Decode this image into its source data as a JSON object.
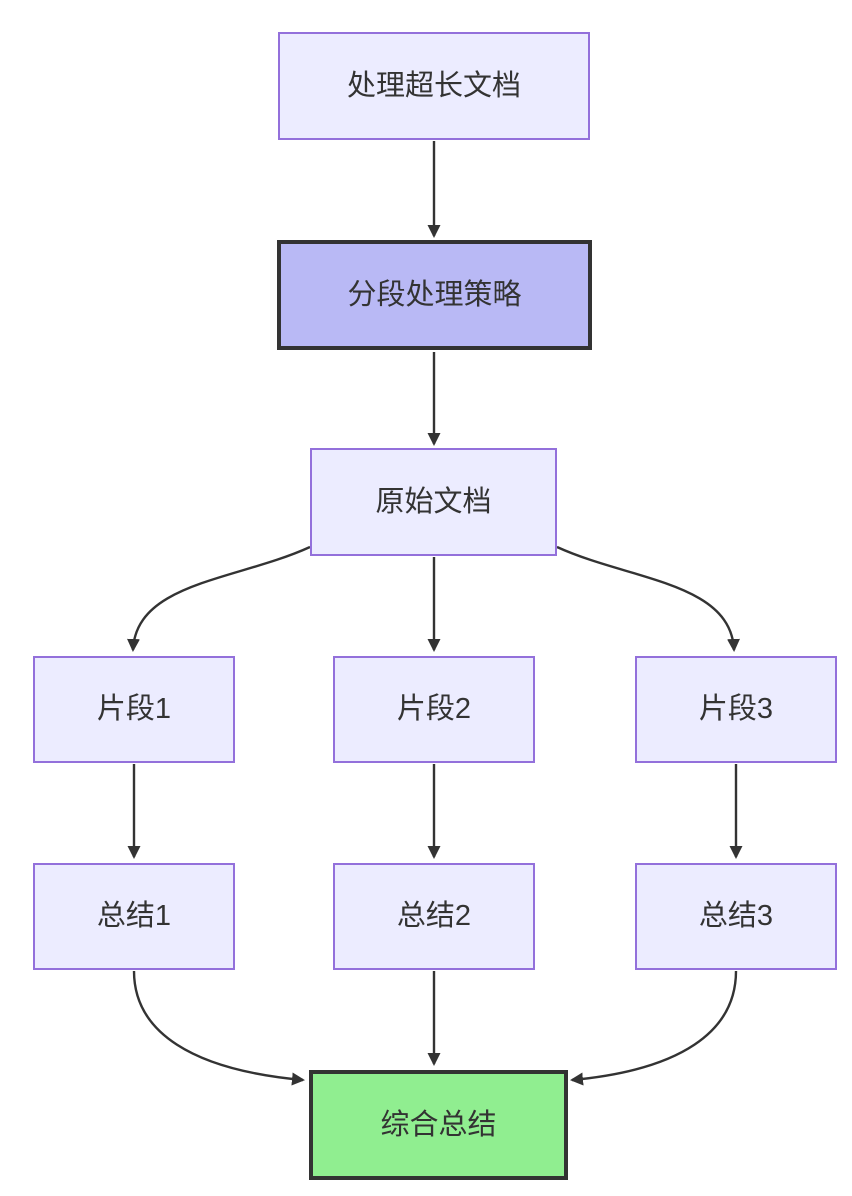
{
  "diagram": {
    "type": "flowchart",
    "direction": "top-down",
    "background": "#FFFFFF",
    "colors": {
      "node_fill": "#ECECFF",
      "node_border": "#9370DB",
      "strategy_fill": "#B9B9F5",
      "strategy_border": "#333333",
      "result_fill": "#90EE90",
      "result_border": "#333333",
      "edge": "#333333",
      "text": "#333333",
      "background": "#FFFFFF"
    },
    "nodes": [
      {
        "id": "start",
        "label": "处理超长文档",
        "style": "default"
      },
      {
        "id": "strategy",
        "label": "分段处理策略",
        "style": "purple-highlight"
      },
      {
        "id": "doc",
        "label": "原始文档",
        "style": "default"
      },
      {
        "id": "chunk1",
        "label": "片段1",
        "style": "default"
      },
      {
        "id": "chunk2",
        "label": "片段2",
        "style": "default"
      },
      {
        "id": "chunk3",
        "label": "片段3",
        "style": "default"
      },
      {
        "id": "summary1",
        "label": "总结1",
        "style": "default"
      },
      {
        "id": "summary2",
        "label": "总结2",
        "style": "default"
      },
      {
        "id": "summary3",
        "label": "总结3",
        "style": "default"
      },
      {
        "id": "final",
        "label": "综合总结",
        "style": "green-highlight"
      }
    ],
    "edges": [
      {
        "from": "start",
        "to": "strategy"
      },
      {
        "from": "strategy",
        "to": "doc"
      },
      {
        "from": "doc",
        "to": "chunk1"
      },
      {
        "from": "doc",
        "to": "chunk2"
      },
      {
        "from": "doc",
        "to": "chunk3"
      },
      {
        "from": "chunk1",
        "to": "summary1"
      },
      {
        "from": "chunk2",
        "to": "summary2"
      },
      {
        "from": "chunk3",
        "to": "summary3"
      },
      {
        "from": "summary1",
        "to": "final"
      },
      {
        "from": "summary2",
        "to": "final"
      },
      {
        "from": "summary3",
        "to": "final"
      }
    ]
  }
}
